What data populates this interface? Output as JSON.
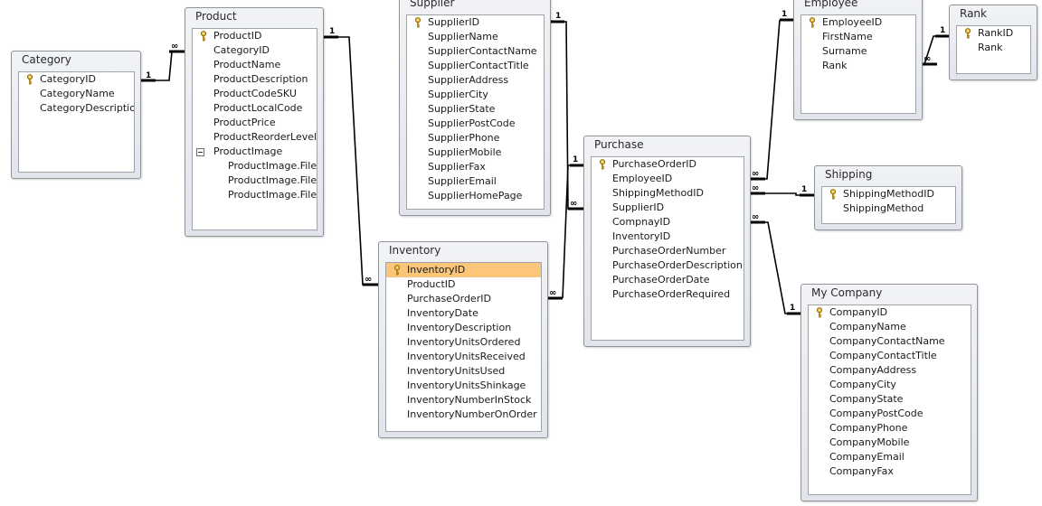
{
  "tables": {
    "category": {
      "title": "Category",
      "fields": [
        {
          "name": "CategoryID",
          "pk": true
        },
        {
          "name": "CategoryName"
        },
        {
          "name": "CategoryDescriptio"
        }
      ]
    },
    "product": {
      "title": "Product",
      "fields": [
        {
          "name": "ProductID",
          "pk": true
        },
        {
          "name": "CategoryID"
        },
        {
          "name": "ProductName"
        },
        {
          "name": "ProductDescription"
        },
        {
          "name": "ProductCodeSKU"
        },
        {
          "name": "ProductLocalCode"
        },
        {
          "name": "ProductPrice"
        },
        {
          "name": "ProductReorderLevel"
        },
        {
          "name": "ProductImage",
          "expand": true
        },
        {
          "name": "ProductImage.File",
          "sub": true
        },
        {
          "name": "ProductImage.File",
          "sub": true
        },
        {
          "name": "ProductImage.File",
          "sub": true
        }
      ]
    },
    "supplier": {
      "title": "Supplier",
      "fields": [
        {
          "name": "SupplierID",
          "pk": true
        },
        {
          "name": "SupplierName"
        },
        {
          "name": "SupplierContactName"
        },
        {
          "name": "SupplierContactTitle"
        },
        {
          "name": "SupplierAddress"
        },
        {
          "name": "SupplierCity"
        },
        {
          "name": "SupplierState"
        },
        {
          "name": "SupplierPostCode"
        },
        {
          "name": "SupplierPhone"
        },
        {
          "name": "SupplierMobile"
        },
        {
          "name": "SupplierFax"
        },
        {
          "name": "SupplierEmail"
        },
        {
          "name": "SupplierHomePage"
        }
      ]
    },
    "inventory": {
      "title": "Inventory",
      "fields": [
        {
          "name": "InventoryID",
          "pk": true,
          "selected": true
        },
        {
          "name": "ProductID"
        },
        {
          "name": "PurchaseOrderID"
        },
        {
          "name": "InventoryDate"
        },
        {
          "name": "InventoryDescription"
        },
        {
          "name": "InventoryUnitsOrdered"
        },
        {
          "name": "InventoryUnitsReceived"
        },
        {
          "name": "InventoryUnitsUsed"
        },
        {
          "name": "InventoryUnitsShinkage"
        },
        {
          "name": "InventoryNumberInStock"
        },
        {
          "name": "InventoryNumberOnOrder"
        }
      ]
    },
    "purchase": {
      "title": "Purchase",
      "fields": [
        {
          "name": "PurchaseOrderID",
          "pk": true
        },
        {
          "name": "EmployeeID"
        },
        {
          "name": "ShippingMethodID"
        },
        {
          "name": "SupplierID"
        },
        {
          "name": "CompnayID"
        },
        {
          "name": "InventoryID"
        },
        {
          "name": "PurchaseOrderNumber"
        },
        {
          "name": "PurchaseOrderDescription"
        },
        {
          "name": "PurchaseOrderDate"
        },
        {
          "name": "PurchaseOrderRequired"
        }
      ]
    },
    "employee": {
      "title": "Employee",
      "fields": [
        {
          "name": "EmployeeID",
          "pk": true
        },
        {
          "name": "FirstName"
        },
        {
          "name": "Surname"
        },
        {
          "name": "Rank"
        }
      ]
    },
    "rank": {
      "title": "Rank",
      "fields": [
        {
          "name": "RankID",
          "pk": true
        },
        {
          "name": "Rank"
        }
      ]
    },
    "shipping": {
      "title": "Shipping",
      "fields": [
        {
          "name": "ShippingMethodID",
          "pk": true
        },
        {
          "name": "ShippingMethod"
        }
      ]
    },
    "mycompany": {
      "title": "My Company",
      "fields": [
        {
          "name": "CompanyID",
          "pk": true
        },
        {
          "name": "CompanyName"
        },
        {
          "name": "CompanyContactName"
        },
        {
          "name": "CompanyContactTitle"
        },
        {
          "name": "CompanyAddress"
        },
        {
          "name": "CompanyCity"
        },
        {
          "name": "CompanyState"
        },
        {
          "name": "CompanyPostCode"
        },
        {
          "name": "CompanyPhone"
        },
        {
          "name": "CompanyMobile"
        },
        {
          "name": "CompanyEmail"
        },
        {
          "name": "CompanyFax"
        }
      ]
    }
  },
  "relationships": [
    {
      "name": "category-product",
      "one_side": "Category",
      "many_side": "Product",
      "one_label": "1",
      "many_label": "∞"
    },
    {
      "name": "product-inventory",
      "one_side": "Product",
      "many_side": "Inventory",
      "one_label": "1",
      "many_label": "∞"
    },
    {
      "name": "supplier-purchase",
      "one_side": "Supplier",
      "many_side": "Purchase",
      "one_label": "1",
      "many_label": "∞"
    },
    {
      "name": "purchase-inventory",
      "one_side": "Purchase",
      "many_side": "Inventory",
      "one_label": "1",
      "many_label": "∞"
    },
    {
      "name": "employee-purchase",
      "one_side": "Employee",
      "many_side": "Purchase",
      "one_label": "1",
      "many_label": "∞"
    },
    {
      "name": "rank-employee",
      "one_side": "Rank",
      "many_side": "Employee",
      "one_label": "1",
      "many_label": "∞"
    },
    {
      "name": "shipping-purchase",
      "one_side": "Shipping",
      "many_side": "Purchase",
      "one_label": "1",
      "many_label": "∞"
    },
    {
      "name": "mycompany-purchase",
      "one_side": "My Company",
      "many_side": "Purchase",
      "one_label": "1",
      "many_label": "∞"
    }
  ],
  "icons": {
    "primary_key": "key-icon",
    "expand": "minus-box-icon"
  },
  "colors": {
    "selected_row": "#fbc57a",
    "line": "#000000",
    "window_bg": "#e8ebef"
  }
}
